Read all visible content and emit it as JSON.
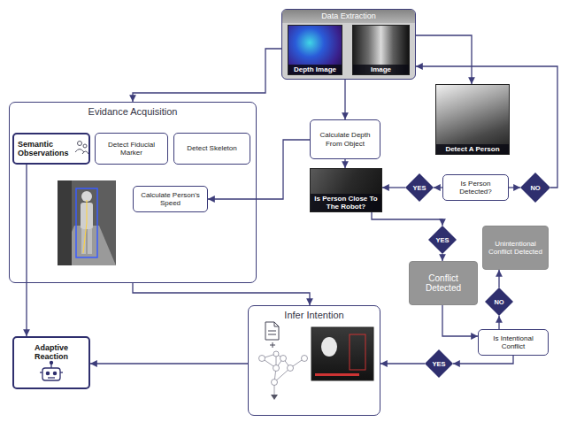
{
  "diagram": {
    "nodes": [
      {
        "text": [
          "Data Extraction"
        ]
      },
      {
        "text": [
          "Depth Image"
        ],
        "in": 0
      },
      {
        "text": [
          "Image"
        ],
        "in": 0
      },
      {
        "text": [
          "Evidance Acquisition"
        ]
      },
      {
        "text": [
          "Semantic Observations"
        ],
        "in": 3
      },
      {
        "text": [
          "Detect Fiducial Marker"
        ],
        "in": 3
      },
      {
        "text": [
          "Detect Skeleton"
        ],
        "in": 3
      },
      {
        "text": [
          "Calculate Person's Speed"
        ],
        "in": 3
      },
      {
        "text": [
          "Calculate Depth From Object"
        ]
      },
      {
        "text": [
          "Detect A Person"
        ]
      },
      {
        "text": [
          "Is Person Close To The Robot?"
        ]
      },
      {
        "text": [
          "YES"
        ]
      },
      {
        "text": [
          "Is Person Detected?"
        ]
      },
      {
        "text": [
          "NO"
        ]
      },
      {
        "text": [
          "YES"
        ]
      },
      {
        "text": [
          "Unintentional Conflict Detected"
        ]
      },
      {
        "text": [
          "Conflict Detected"
        ]
      },
      {
        "text": [
          "NO"
        ]
      },
      {
        "text": [
          "Is Intentional Conflict"
        ]
      },
      {
        "text": [
          "Adaptive Reaction"
        ]
      },
      {
        "text": [
          "Infer Intention"
        ]
      },
      {
        "text": [
          "YES"
        ]
      }
    ],
    "edges": [
      {
        "from": 0,
        "to": 3,
        "arrow": "to"
      },
      {
        "from": 0,
        "to": 8,
        "arrow": "to"
      },
      {
        "from": 0,
        "to": 9,
        "arrow": "to"
      },
      {
        "from": 8,
        "to": 10,
        "arrow": "to"
      },
      {
        "from": 8,
        "to": 7,
        "arrow": "to"
      },
      {
        "from": 12,
        "to": 11,
        "arrow": "to"
      },
      {
        "from": 11,
        "to": 10,
        "arrow": "to"
      },
      {
        "from": 12,
        "to": 13,
        "arrow": "to"
      },
      {
        "from": 13,
        "to": 0,
        "arrow": "to"
      },
      {
        "from": 10,
        "to": 14,
        "arrow": "to"
      },
      {
        "from": 14,
        "to": 16,
        "arrow": "to"
      },
      {
        "from": 16,
        "to": 18,
        "arrow": "to"
      },
      {
        "from": 18,
        "to": 17,
        "arrow": "to"
      },
      {
        "from": 17,
        "to": 15,
        "arrow": "to"
      },
      {
        "from": 18,
        "to": 21,
        "arrow": "to"
      },
      {
        "from": 21,
        "to": 20,
        "arrow": "to"
      },
      {
        "from": 20,
        "to": 19,
        "arrow": "to"
      },
      {
        "from": 4,
        "to": 19,
        "arrow": "to"
      },
      {
        "from": 3,
        "to": 20,
        "arrow": "to"
      }
    ]
  }
}
